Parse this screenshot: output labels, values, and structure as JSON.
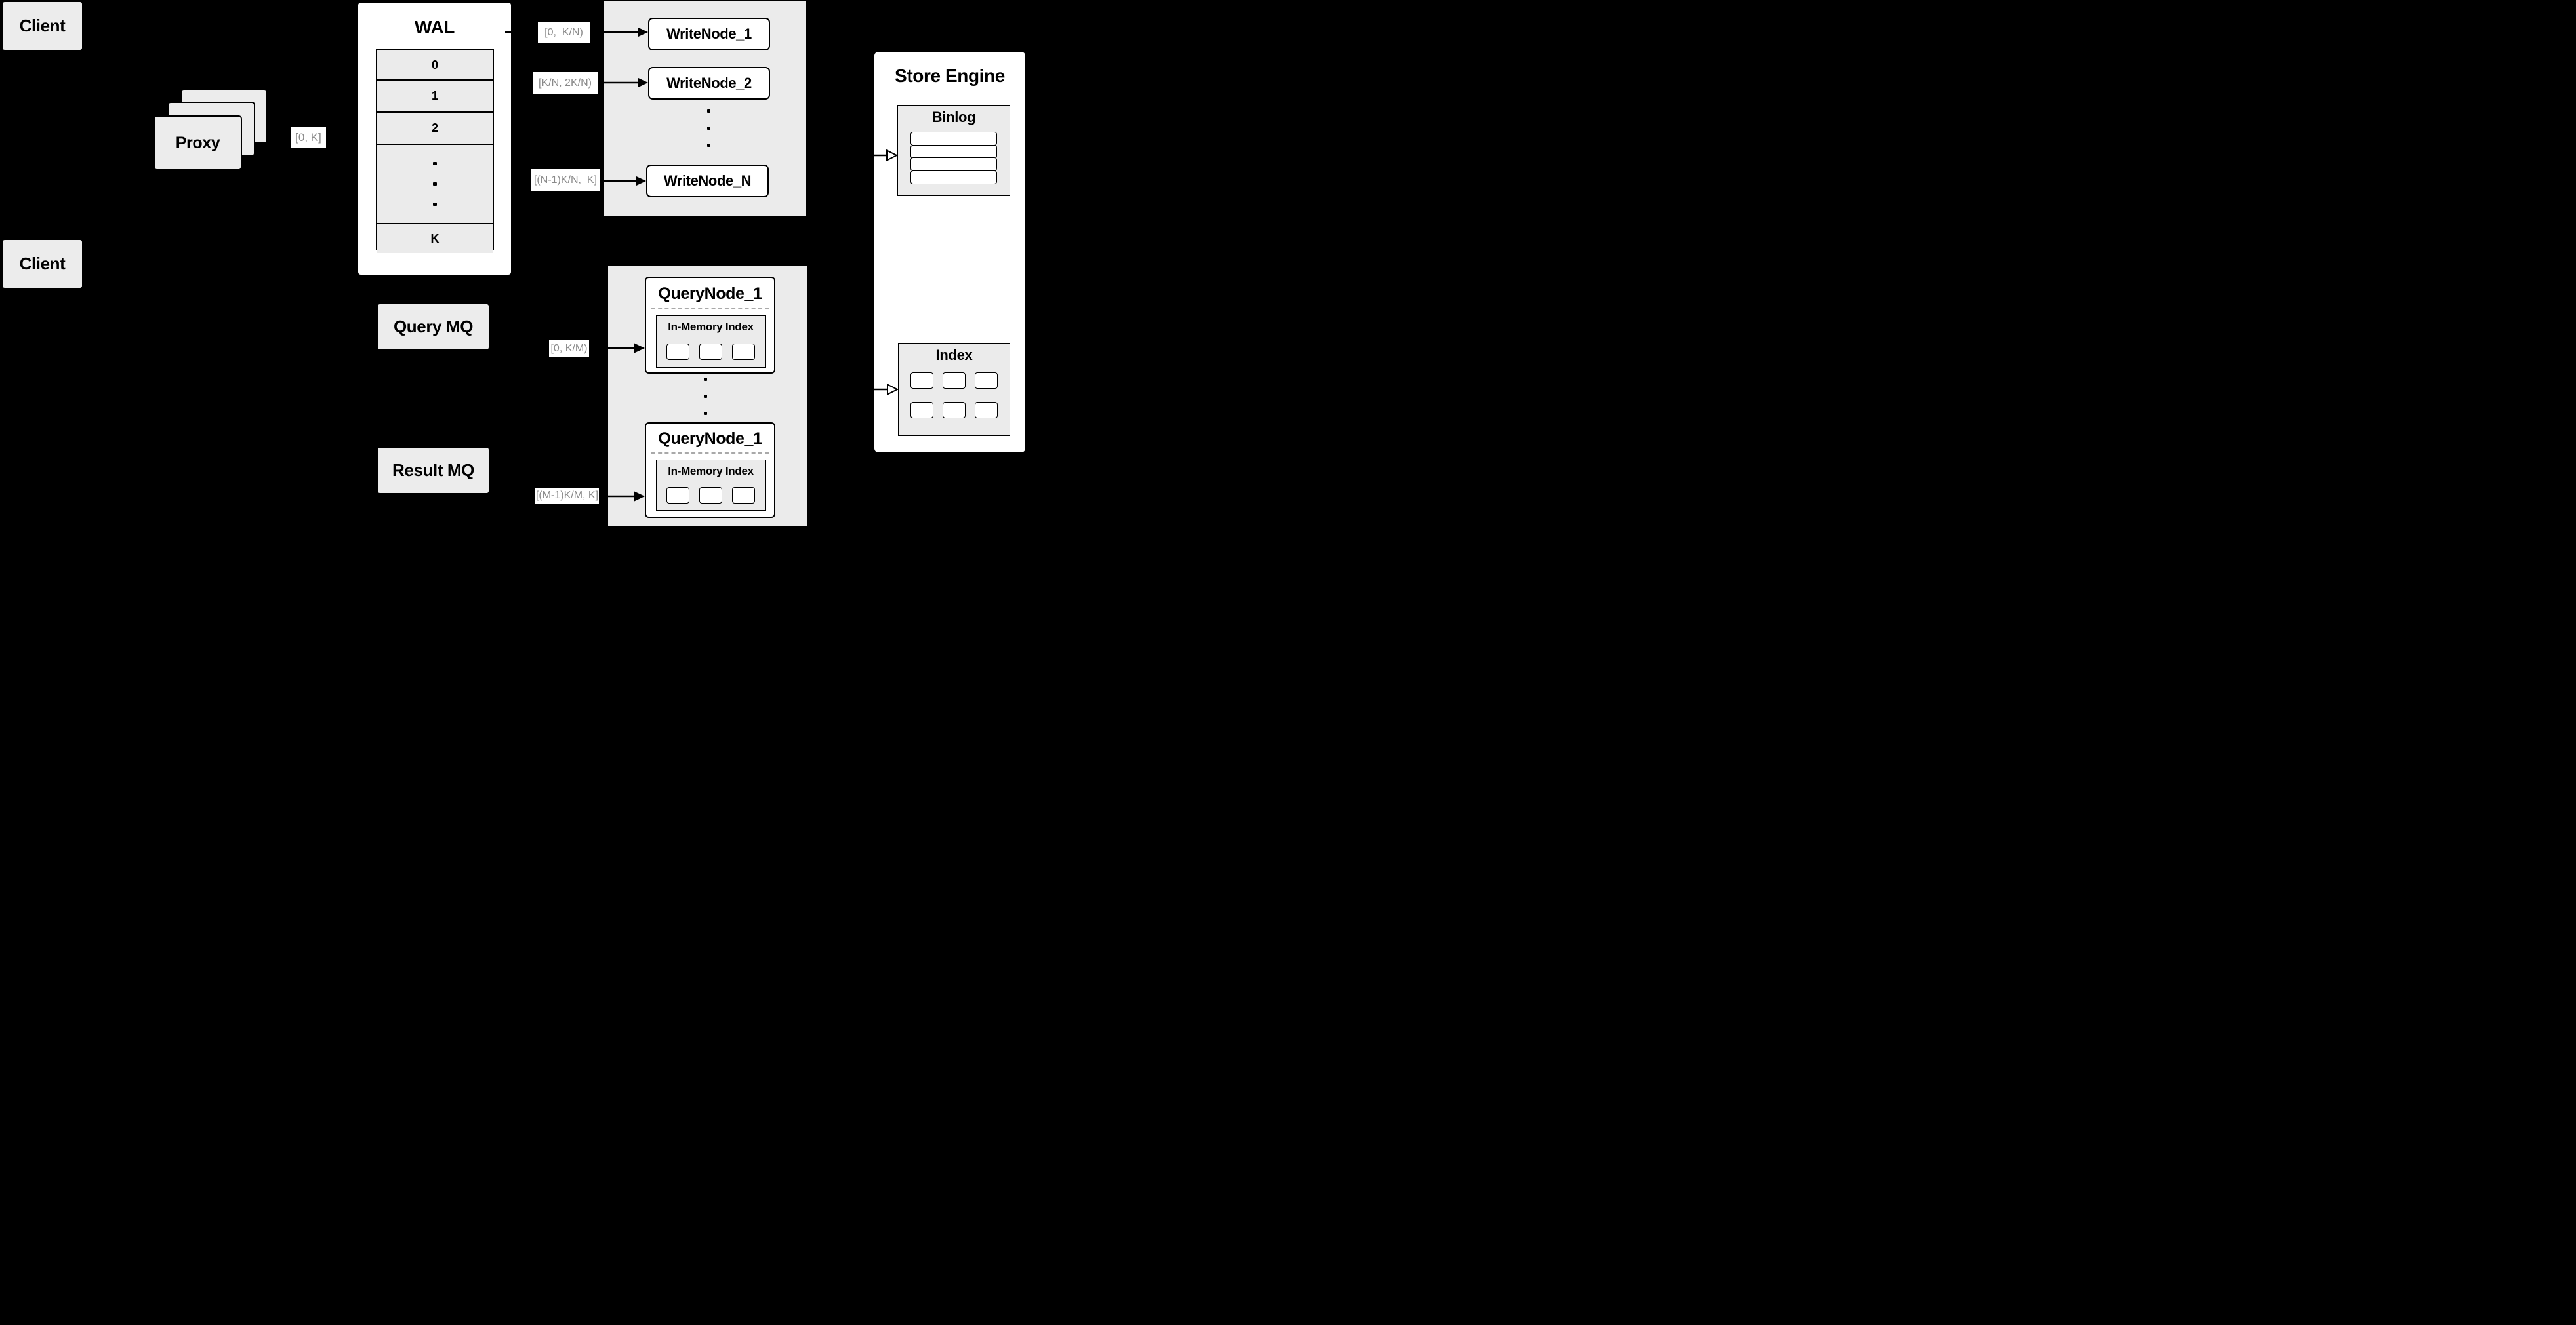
{
  "colors": {
    "background": "#000000",
    "panel_gray": "#ececec",
    "row_gray": "#ebebeb",
    "white": "#ffffff",
    "range_label_text": "#8a8a8a",
    "line_black": "#000000"
  },
  "clients": {
    "top": "Client",
    "bottom": "Client"
  },
  "proxy": {
    "label": "Proxy"
  },
  "edge_labels": {
    "proxy_to_wal": "[0, K]",
    "wal_to_writenode_1": "[0,  K/N)",
    "wal_to_writenode_2": "[K/N, 2K/N)",
    "wal_to_writenode_n": "[(N-1)K/N,  K]",
    "query_to_querynode_top": "[0, K/M)",
    "query_to_querynode_bottom": "[(M-1)K/M, K]"
  },
  "wal": {
    "title": "WAL",
    "rows": [
      "0",
      "1",
      "2",
      "K"
    ],
    "ellipsis": "..."
  },
  "write_nodes": {
    "node_1": "WriteNode_1",
    "node_2": "WriteNode_2",
    "node_n": "WriteNode_N",
    "ellipsis": "..."
  },
  "query_nodes": {
    "top": {
      "title": "QueryNode_1",
      "inmem_title": "In-Memory Index"
    },
    "bottom": {
      "title": "QueryNode_1",
      "inmem_title": "In-Memory Index"
    },
    "ellipsis": "..."
  },
  "mq": {
    "query": "Query MQ",
    "result": "Result MQ"
  },
  "store_engine": {
    "title": "Store Engine",
    "binlog_title": "Binlog",
    "index_title": "Index"
  }
}
